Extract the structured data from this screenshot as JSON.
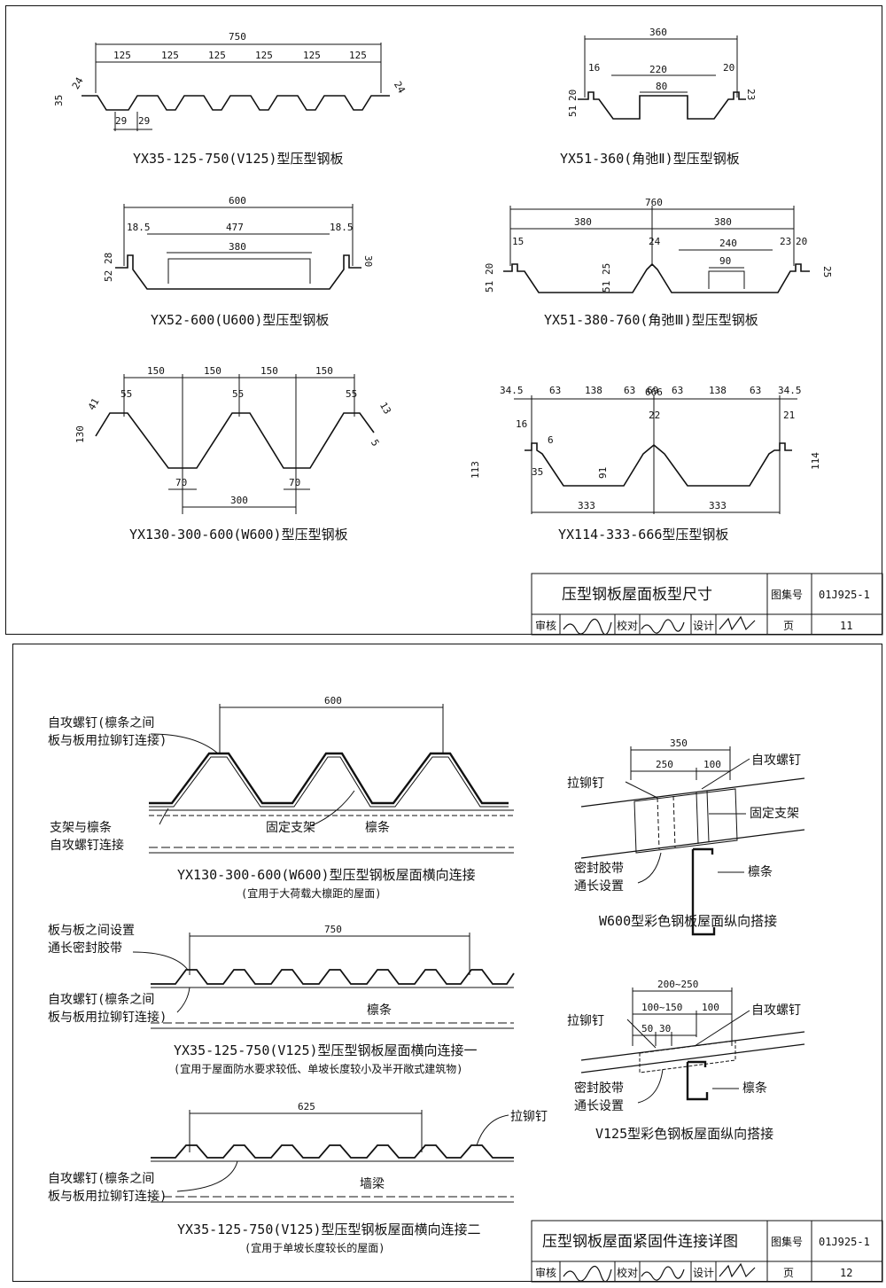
{
  "sheet11": {
    "profiles": [
      {
        "caption": "YX35-125-750(V125)型压型钢板",
        "dims": {
          "total": "750",
          "pitch": "125",
          "height": "35",
          "top": "29",
          "bottom": "29",
          "edge": "24"
        }
      },
      {
        "caption": "YX51-360(角弛Ⅱ)型压型钢板",
        "dims": {
          "total": "360",
          "left": "16",
          "mid": "220",
          "rib": "80",
          "right": "20",
          "h1": "51",
          "h2": "20",
          "h3": "23"
        }
      },
      {
        "caption": "YX52-600(U600)型压型钢板",
        "dims": {
          "total": "600",
          "left": "18.5",
          "mid": "477",
          "rib": "380",
          "right": "18.5",
          "h1": "52",
          "h2": "28",
          "h3": "30"
        }
      },
      {
        "caption": "YX51-380-760(角弛Ⅲ)型压型钢板",
        "dims": {
          "total": "760",
          "half1": "380",
          "half2": "380",
          "a": "15",
          "b": "24",
          "c": "240",
          "d": "23",
          "e": "20",
          "rib": "90",
          "h1": "51",
          "h2": "20",
          "h3": "51",
          "h4": "25",
          "h5": "25"
        }
      },
      {
        "caption": "YX130-300-600(W600)型压型钢板",
        "dims": {
          "p": "150",
          "top": "55",
          "bottom": "70",
          "pitch": "300",
          "height": "130",
          "a": "41",
          "b": "13",
          "c": "5"
        }
      },
      {
        "caption": "YX114-333-666型压型钢板",
        "dims": {
          "total": "666",
          "a": "34.5",
          "b": "63",
          "c": "138",
          "d": "69",
          "e": "16",
          "f": "6",
          "g": "22",
          "h": "21",
          "h1": "113",
          "h2": "35",
          "h3": "91",
          "h4": "114",
          "half": "333"
        }
      }
    ],
    "title_block": {
      "title": "压型钢板屋面板型尺寸",
      "atlas_label": "图集号",
      "atlas_no": "01J925-1",
      "review": "审核",
      "check": "校对",
      "design": "设计",
      "page_label": "页",
      "page_no": "11"
    }
  },
  "sheet12": {
    "w600": {
      "dim": "600",
      "screw_note_1": "自攻螺钉(檩条之间",
      "screw_note_2": "板与板用拉铆钉连接)",
      "bracket_note_1": "支架与檩条",
      "bracket_note_2": "自攻螺钉连接",
      "fixed_bracket": "固定支架",
      "purlin": "檩条",
      "caption": "YX130-300-600(W600)型压型钢板屋面横向连接",
      "sub": "(宜用于大荷载大檩距的屋面)"
    },
    "v125_a": {
      "dim": "750",
      "seal_note_1": "板与板之间设置",
      "seal_note_2": "通长密封胶带",
      "screw_note_1": "自攻螺钉(檩条之间",
      "screw_note_2": "板与板用拉铆钉连接)",
      "purlin": "檩条",
      "caption": "YX35-125-750(V125)型压型钢板屋面横向连接一",
      "sub": "(宜用于屋面防水要求较低、单坡长度较小及半开敞式建筑物)"
    },
    "v125_b": {
      "dim": "625",
      "rivet": "拉铆钉",
      "screw_note_1": "自攻螺钉(檩条之间",
      "screw_note_2": "板与板用拉铆钉连接)",
      "wall_beam": "墙梁",
      "caption": "YX35-125-750(V125)型压型钢板屋面横向连接二",
      "sub": "(宜用于单坡长度较长的屋面)"
    },
    "lap_w600": {
      "d_total": "350",
      "d1": "250",
      "d2": "100",
      "rivet": "拉铆钉",
      "screw": "自攻螺钉",
      "fixed_bracket": "固定支架",
      "seal_1": "密封胶带",
      "seal_2": "通长设置",
      "purlin": "檩条",
      "caption": "W600型彩色钢板屋面纵向搭接"
    },
    "lap_v125": {
      "d_total": "200~250",
      "d1": "100~150",
      "d2": "100",
      "d3": "50",
      "d4": "30",
      "rivet": "拉铆钉",
      "screw": "自攻螺钉",
      "seal_1": "密封胶带",
      "seal_2": "通长设置",
      "purlin": "檩条",
      "caption": "V125型彩色钢板屋面纵向搭接"
    },
    "title_block": {
      "title": "压型钢板屋面紧固件连接详图",
      "atlas_label": "图集号",
      "atlas_no": "01J925-1",
      "review": "审核",
      "check": "校对",
      "design": "设计",
      "page_label": "页",
      "page_no": "12"
    }
  }
}
